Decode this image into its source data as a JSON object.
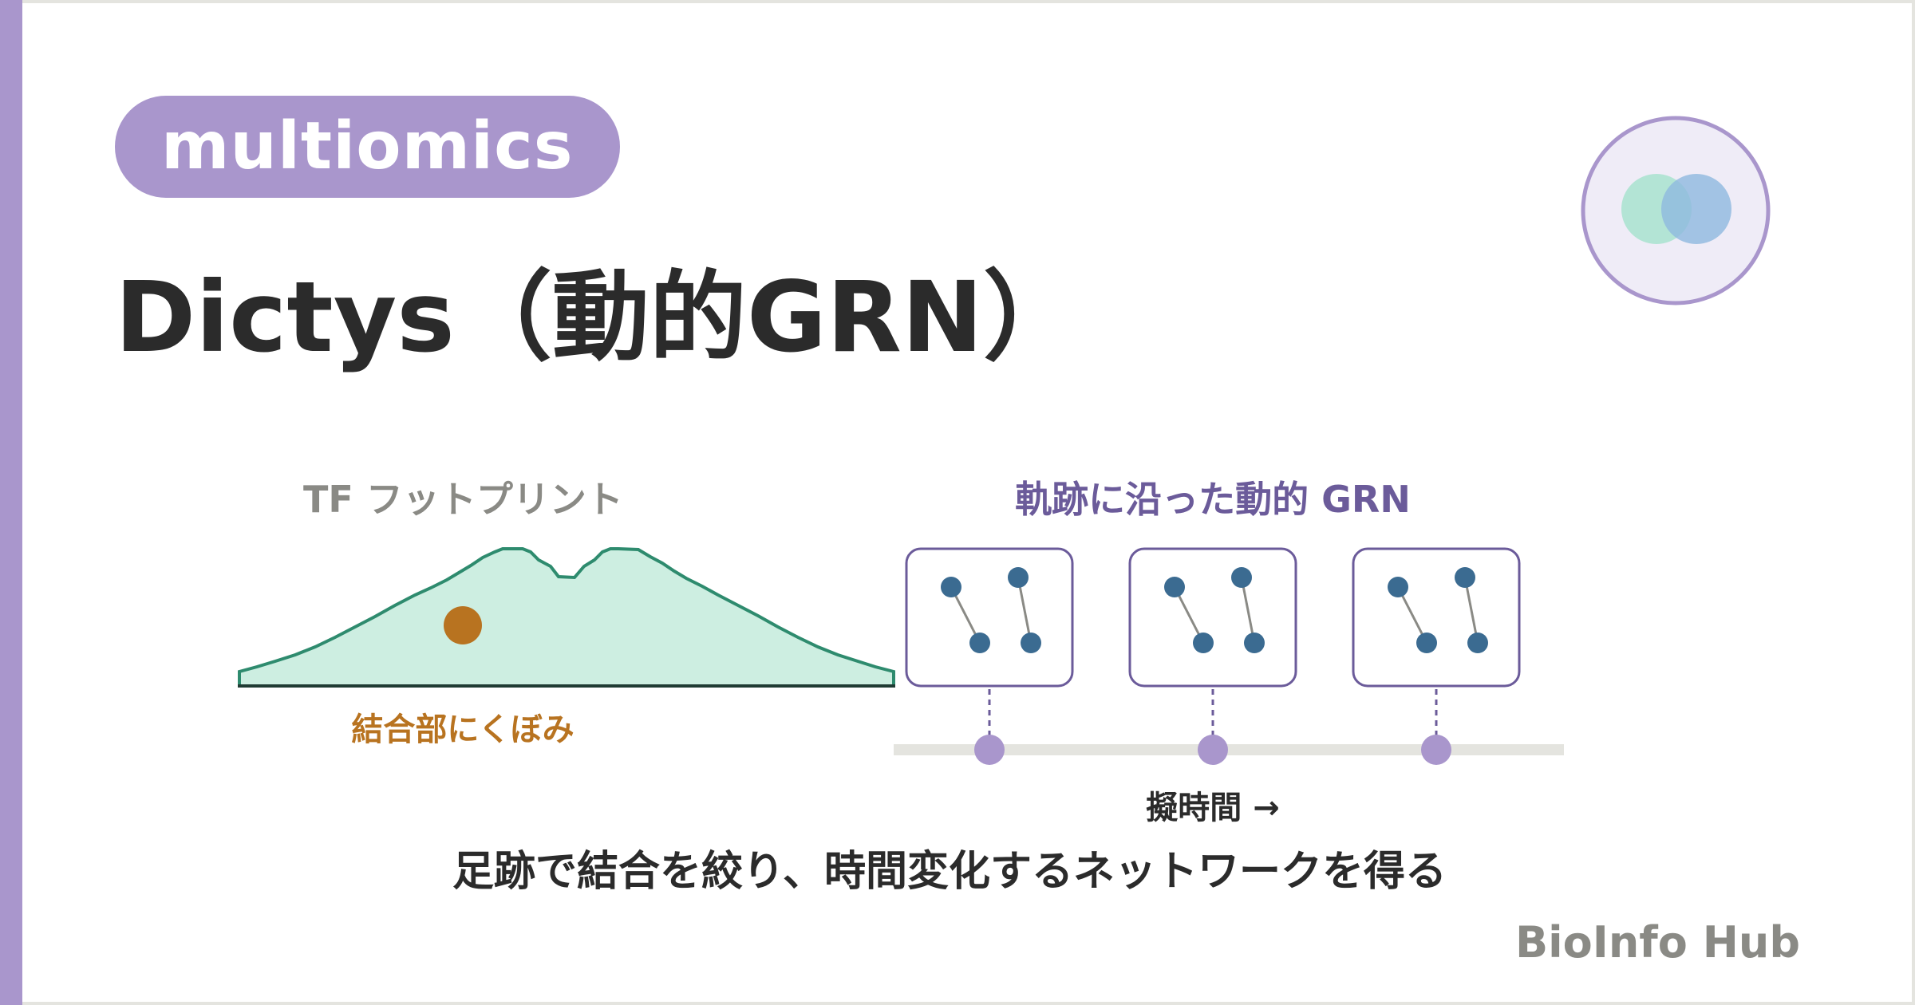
{
  "tag": "multiomics",
  "title": "Dictys（動的GRN）",
  "footprint_panel": {
    "heading": "TF フットプリント",
    "dip_label": "結合部にくぼみ"
  },
  "grn_panel": {
    "heading": "軌跡に沿った動的 GRN",
    "axis_label": "擬時間 →",
    "snapshots": 3
  },
  "caption": "足跡で結合を絞り、時間変化するネットワークを得る",
  "brand": "BioInfo Hub",
  "colors": {
    "accent": "#a996cc",
    "title": "#2b2b2b",
    "muted": "#8a8a85",
    "grn_heading": "#6b5b9a",
    "peak_fill": "#cdeee1",
    "peak_stroke": "#2e8b6e",
    "tf_dot": "#b87320",
    "node": "#3b6b91",
    "box_border": "#6b5b9a",
    "axis": "#e4e4df"
  }
}
